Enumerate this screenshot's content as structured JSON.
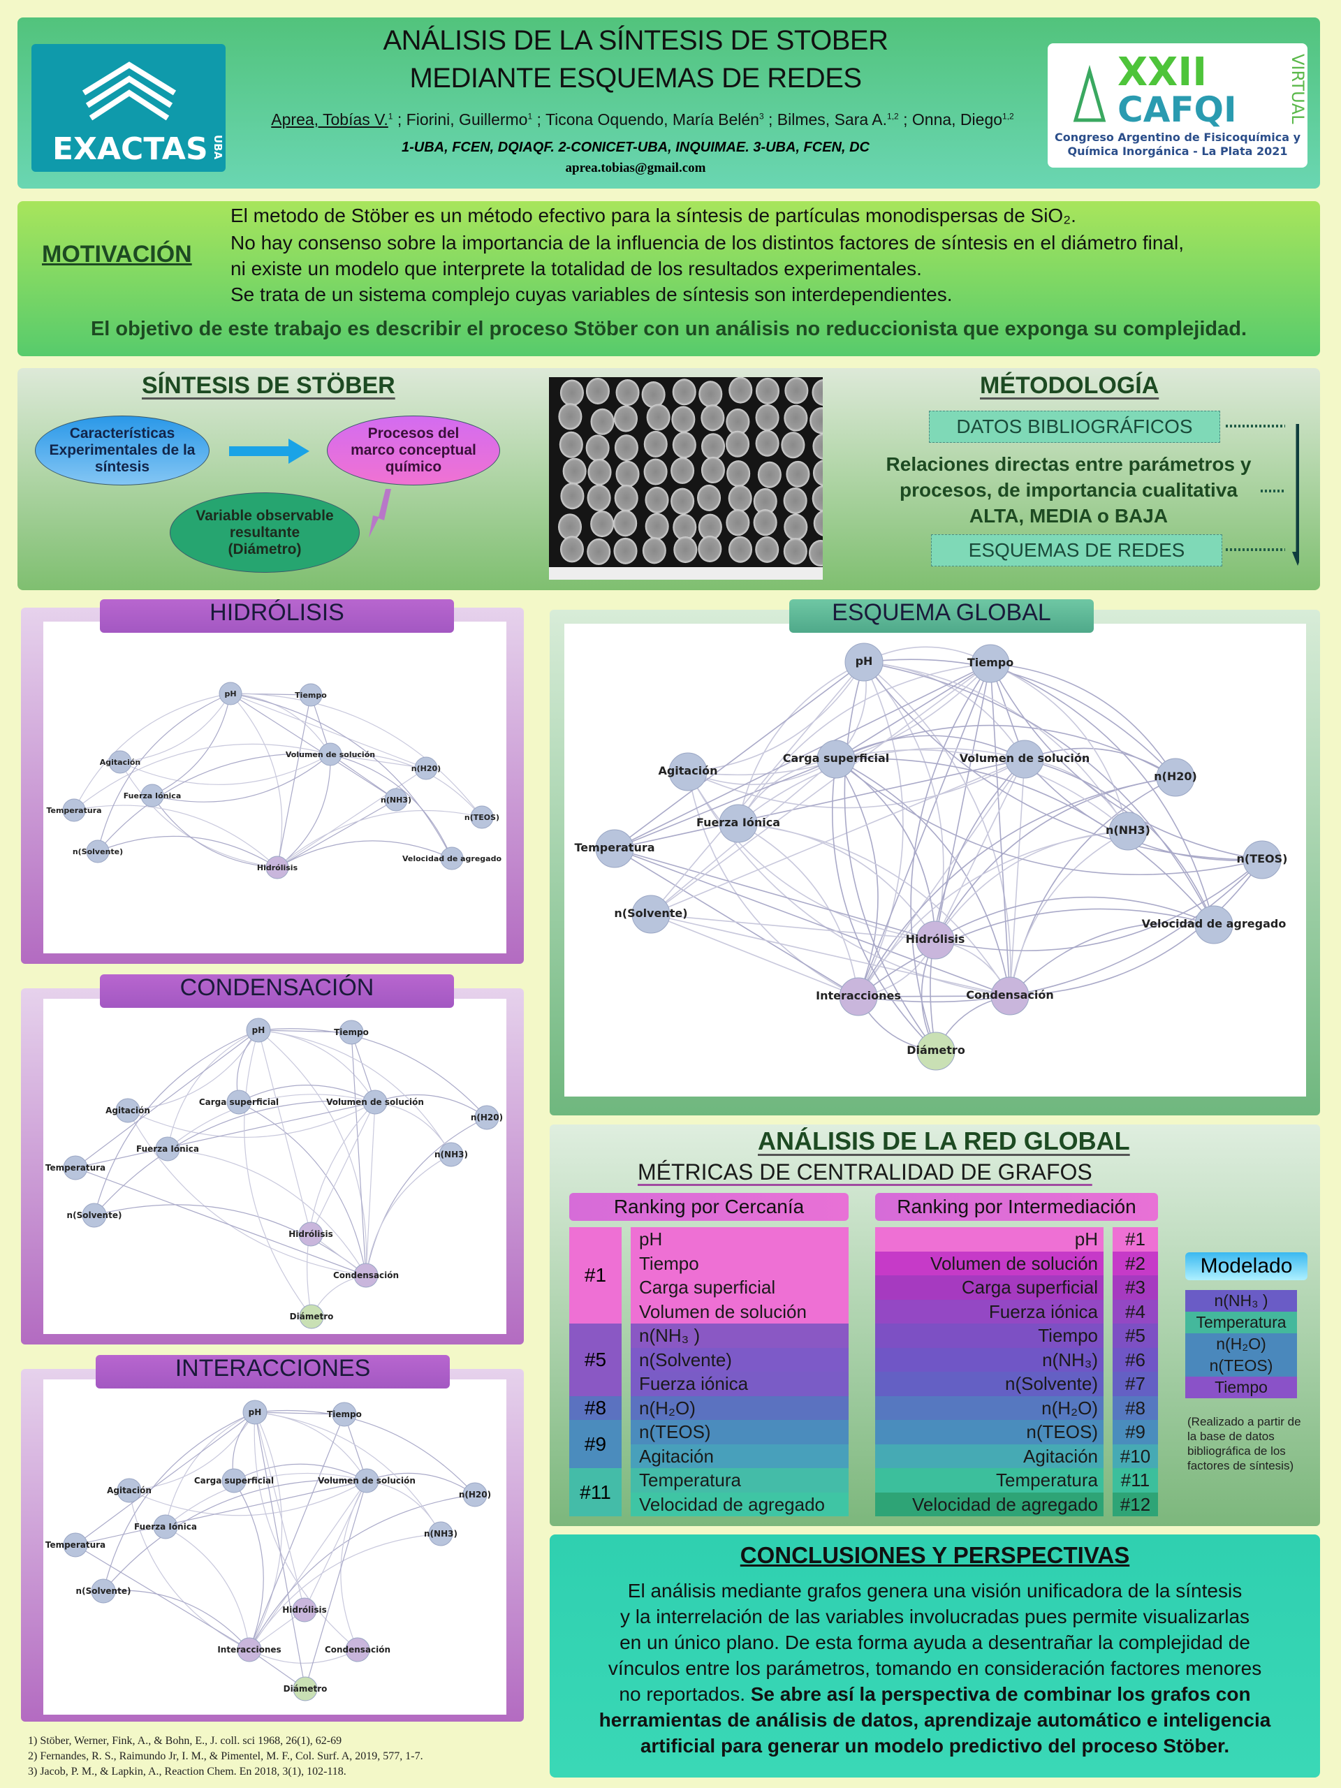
{
  "header": {
    "title_line1": "ANÁLISIS DE LA SÍNTESIS DE STOBER",
    "title_line2": "MEDIANTE ESQUEMAS DE REDES",
    "authors": [
      {
        "name": "Aprea, Tobías V.",
        "sup": "1"
      },
      {
        "name": "Fiorini, Guillermo",
        "sup": "1"
      },
      {
        "name": "Ticona Oquendo, María Belén",
        "sup": "3"
      },
      {
        "name": "Bilmes, Sara A.",
        "sup": "1,2"
      },
      {
        "name": "Onna, Diego",
        "sup": "1,2"
      }
    ],
    "affiliations": "1-UBA, FCEN, DQIAQF.   2-CONICET-UBA, INQUIMAE.   3-UBA, FCEN, DC",
    "email": "aprea.tobias@gmail.com",
    "logo_left": "EXACTAS UBA",
    "logo_right": {
      "big": "XXII",
      "name": "CAFQI",
      "side": "VIRTUAL",
      "sub1": "Congreso Argentino de Fisicoquímica y",
      "sub2": "Química Inorgánica - La Plata 2021"
    }
  },
  "motivacion": {
    "label": "MOTIVACIÓN",
    "lines": [
      "El metodo de Stöber es un método efectivo para la síntesis de partículas monodispersas de SiO₂.",
      "No hay consenso sobre la importancia de la influencia de los distintos factores de síntesis en el diámetro final,",
      "ni existe un modelo que interprete la totalidad de los resultados experimentales.",
      "Se trata de un sistema complejo cuyas variables de síntesis son interdependientes."
    ],
    "objetivo": "El objetivo de este trabajo es describir el proceso Stöber con un análisis no reduccionista que exponga su complejidad."
  },
  "sintesis": {
    "title": "SÍNTESIS DE STÖBER",
    "caracteristicas": "Características Experimentales de la síntesis",
    "procesos": "Procesos del marco conceptual químico",
    "variable": "Variable observable resultante (Diámetro)"
  },
  "metodologia": {
    "title": "MÉTODOLOGÍA",
    "datos": "DATOS BIBLIOGRÁFICOS",
    "relaciones_1": "Relaciones directas entre parámetros y",
    "relaciones_2": "procesos, de importancia cualitativa",
    "relaciones_3": "ALTA, MEDIA o BAJA",
    "esquemas": "ESQUEMAS DE REDES"
  },
  "graphs": {
    "hidrolisis": {
      "title": "HIDRÓLISIS",
      "nodes": [
        "pH",
        "Tiempo",
        "Agitación",
        "Volumen de solución",
        "n(H20)",
        "Fuerza Iónica",
        "Temperatura",
        "n(NH3)",
        "n(TEOS)",
        "n(Solvente)",
        "Hidrólisis",
        "Velocidad de agregado"
      ],
      "highlight": "Hidrólisis"
    },
    "condensacion": {
      "title": "CONDENSACIÓN",
      "nodes": [
        "pH",
        "Tiempo",
        "Agitación",
        "Carga superficial",
        "Volumen de solución",
        "n(H20)",
        "Fuerza Iónica",
        "Temperatura",
        "n(NH3)",
        "n(Solvente)",
        "Hidrólisis",
        "Condensación",
        "Diámetro"
      ],
      "highlight": "Condensación"
    },
    "interacciones": {
      "title": "INTERACCIONES",
      "nodes": [
        "pH",
        "Tiempo",
        "Agitación",
        "Carga superficial",
        "Volumen de solución",
        "n(H20)",
        "Fuerza Iónica",
        "Temperatura",
        "n(NH3)",
        "n(Solvente)",
        "Hidrólisis",
        "Interacciones",
        "Condensación",
        "Diámetro"
      ],
      "highlight": "Interacciones"
    },
    "global": {
      "title": "ESQUEMA GLOBAL",
      "nodes": [
        "pH",
        "Tiempo",
        "Agitación",
        "Carga superficial",
        "Volumen de solución",
        "n(H20)",
        "Fuerza Iónica",
        "Temperatura",
        "n(NH3)",
        "n(TEOS)",
        "n(Solvente)",
        "Velocidad de agregado",
        "Hidrólisis",
        "Interacciones",
        "Condensación",
        "Diámetro"
      ]
    }
  },
  "analisis": {
    "title": "ANÁLISIS DE LA RED GLOBAL",
    "subtitle": "MÉTRICAS DE CENTRALIDAD DE GRAFOS",
    "cercania": {
      "header": "Ranking por Cercanía",
      "groups": [
        {
          "rank": "#1",
          "items": [
            "pH",
            "Tiempo",
            "Carga superficial",
            "Volumen de solución"
          ]
        },
        {
          "rank": "#5",
          "items": [
            "n(NH₃ )",
            "n(Solvente)",
            "Fuerza iónica"
          ]
        },
        {
          "rank": "#8",
          "items": [
            "n(H₂O)"
          ]
        },
        {
          "rank": "#9",
          "items": [
            "n(TEOS)",
            "Agitación"
          ]
        },
        {
          "rank": "#11",
          "items": [
            "Temperatura",
            "Velocidad de agregado"
          ]
        }
      ]
    },
    "intermediacion": {
      "header": "Ranking por Intermediación",
      "items": [
        {
          "name": "pH",
          "rank": "#1"
        },
        {
          "name": "Volumen de solución",
          "rank": "#2"
        },
        {
          "name": "Carga superficial",
          "rank": "#3"
        },
        {
          "name": "Fuerza iónica",
          "rank": "#4"
        },
        {
          "name": "Tiempo",
          "rank": "#5"
        },
        {
          "name": "n(NH₃)",
          "rank": "#6"
        },
        {
          "name": "n(Solvente)",
          "rank": "#7"
        },
        {
          "name": "n(H₂O)",
          "rank": "#8"
        },
        {
          "name": "n(TEOS)",
          "rank": "#9"
        },
        {
          "name": "Agitación",
          "rank": "#10"
        },
        {
          "name": "Temperatura",
          "rank": "#11"
        },
        {
          "name": "Velocidad de agregado",
          "rank": "#12"
        }
      ]
    },
    "modelado": {
      "header": "Modelado",
      "items": [
        "n(NH₃ )",
        "Temperatura",
        "n(H₂O)",
        "n(TEOS)",
        "Tiempo"
      ],
      "note": "(Realizado a partir de la base de datos bibliográfica de los factores de síntesis)"
    }
  },
  "conclusiones": {
    "title": "CONCLUSIONES Y PERSPECTIVAS",
    "lines": [
      "El análisis mediante grafos genera una visión unificadora de la síntesis",
      "y la interrelación de las variables involucradas pues permite visualizarlas",
      "en un único plano.  De esta forma ayuda a desentrañar la complejidad de",
      "vínculos entre los parámetros, tomando en consideración factores menores"
    ],
    "line5_plain": "no reportados. ",
    "line5_bold": "Se abre así la perspectiva de combinar los grafos con",
    "bold_lines": [
      "herramientas de análisis de datos, aprendizaje automático e inteligencia",
      "artificial para generar un modelo predictivo del proceso Stöber."
    ]
  },
  "references": [
    "1) Stöber, Werner, Fink, A., & Bohn, E., J. coll. sci 1968, 26(1), 62-69",
    "2) Fernandes, R. S., Raimundo Jr, I. M., & Pimentel, M. F., Col. Surf. A, 2019, 577, 1-7.",
    "3) Jacob, P. M., & Lapkin, A., Reaction Chem. En 2018, 3(1), 102-118."
  ],
  "colors": {
    "background": "#f3f8c8",
    "header": "#52c37c",
    "motivacion": "#a8e55c",
    "panel_purple": "#b567c6",
    "panel_teal": "#5fb98e",
    "conclusiones": "#2fd0b0",
    "node_fill": "#b8c4dc",
    "node_highlight": "#c9b6dc",
    "node_diametro": "#c9e0b4"
  }
}
